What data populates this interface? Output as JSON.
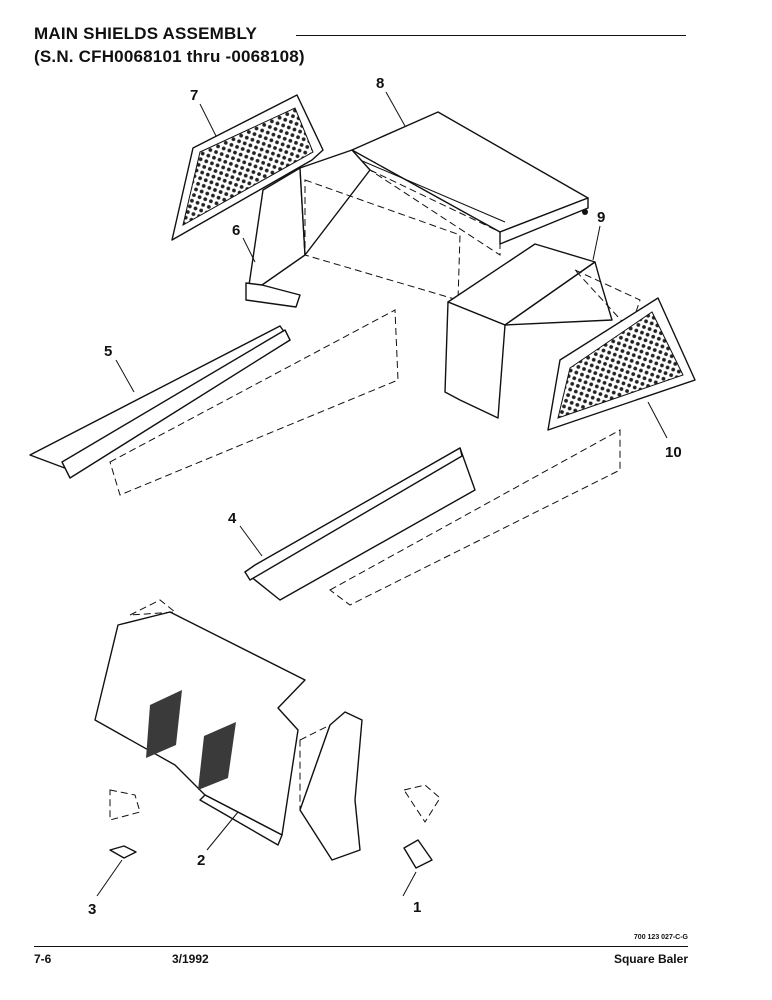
{
  "header": {
    "title": "MAIN SHIELDS ASSEMBLY",
    "subtitle": "(S.N. CFH0068101 thru -0068108)"
  },
  "callouts": {
    "c1": "1",
    "c2": "2",
    "c3": "3",
    "c4": "4",
    "c5": "5",
    "c6": "6",
    "c7": "7",
    "c8": "8",
    "c9": "9",
    "c10": "10"
  },
  "footer": {
    "page": "7-6",
    "date": "3/1992",
    "product": "Square Baler",
    "drawing_code": "700 123 027-C-G"
  }
}
